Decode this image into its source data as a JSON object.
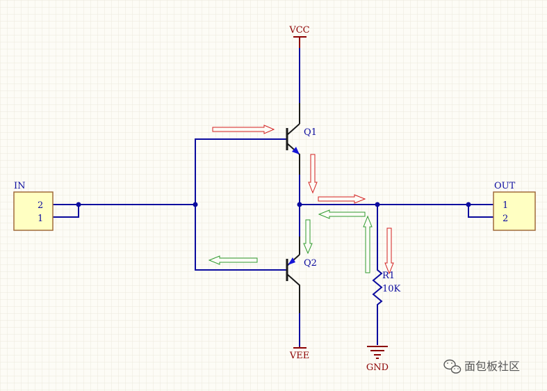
{
  "labels": {
    "vcc": "VCC",
    "vee": "VEE",
    "gnd": "GND",
    "q1": "Q1",
    "q2": "Q2",
    "r1_name": "R1",
    "r1_value": "10K"
  },
  "connectors": {
    "input": {
      "label": "IN",
      "pin_top": "2",
      "pin_bottom": "1"
    },
    "output": {
      "label": "OUT",
      "pin_top": "1",
      "pin_bottom": "2"
    }
  },
  "watermark": {
    "text": "面包板社区",
    "icon": "wechat-icon"
  },
  "colors": {
    "background": "#fdfcf6",
    "grid": "#ece9dc",
    "wire": "#0a0a9e",
    "component": "#1a1a1a",
    "power_label": "#8b0000",
    "connector_fill": "#ffffc2",
    "connector_border": "#a06a3a",
    "arrow_red": "#d21e1e",
    "arrow_green": "#2e9a2e",
    "transistor_arrow": "#1515d6",
    "watermark": "#555555"
  }
}
